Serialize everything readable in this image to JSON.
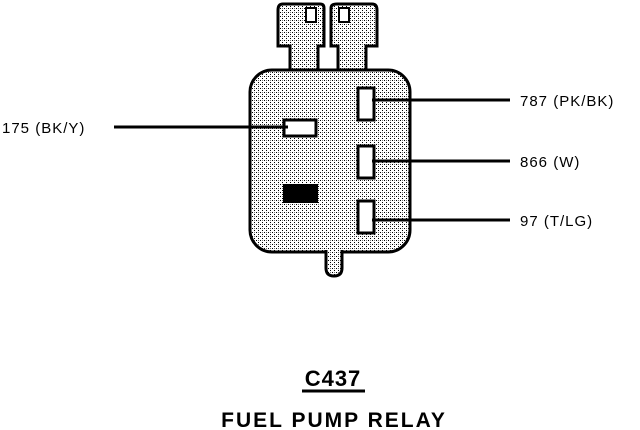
{
  "connector": {
    "id": "C437",
    "name": "FUEL PUMP RELAY"
  },
  "wires": [
    {
      "circuit": "175",
      "color": "BK/Y",
      "label": "175 (BK/Y)"
    },
    {
      "circuit": "787",
      "color": "PK/BK",
      "label": "787 (PK/BK)"
    },
    {
      "circuit": "866",
      "color": "W",
      "label": "866 (W)"
    },
    {
      "circuit": "97",
      "color": "T/LG",
      "label": "97 (T/LG)"
    }
  ],
  "colors": {
    "ink": "#000000",
    "body_fill": "#d6d6d6",
    "cavity_fill": "#ffffff",
    "plug_fill": "#000000"
  }
}
